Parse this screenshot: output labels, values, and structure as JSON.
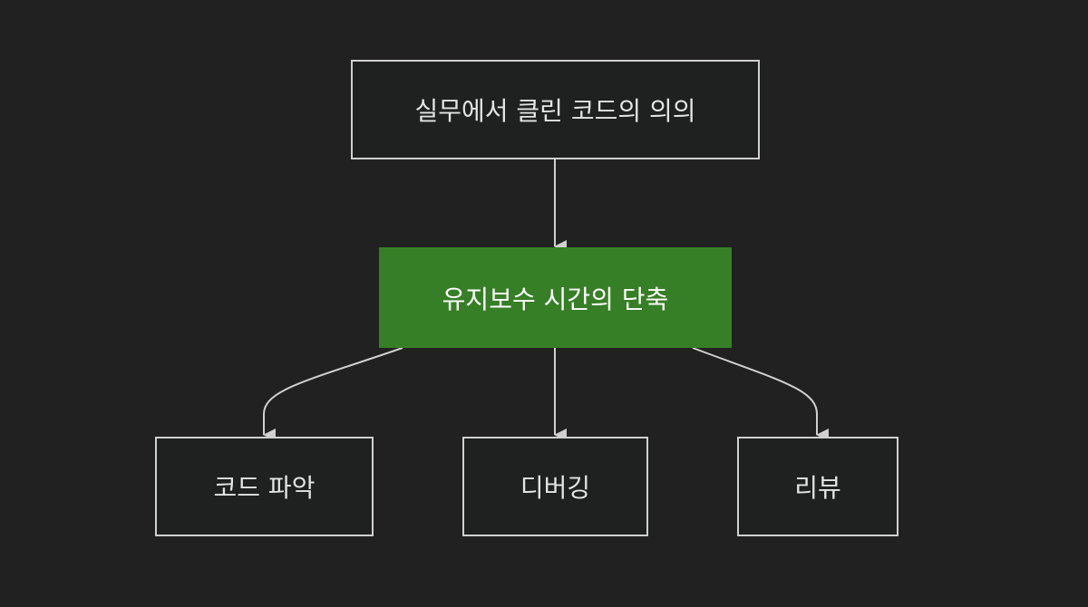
{
  "colors": {
    "background": "#212121",
    "node_fill": "#1f2020",
    "node_border": "#d0d0d0",
    "node_text": "#e4e4e4",
    "highlight_fill": "#377f26",
    "highlight_text": "#ffffff",
    "edge": "#d0d0d0"
  },
  "diagram": {
    "root": {
      "label": "실무에서 클린 코드의 의의"
    },
    "middle": {
      "label": "유지보수 시간의 단축"
    },
    "children": [
      {
        "label": "코드 파악"
      },
      {
        "label": "디버깅"
      },
      {
        "label": "리뷰"
      }
    ],
    "edges": [
      {
        "from": "실무에서 클린 코드의 의의",
        "to": "유지보수 시간의 단축"
      },
      {
        "from": "유지보수 시간의 단축",
        "to": "코드 파악"
      },
      {
        "from": "유지보수 시간의 단축",
        "to": "디버깅"
      },
      {
        "from": "유지보수 시간의 단축",
        "to": "리뷰"
      }
    ]
  }
}
